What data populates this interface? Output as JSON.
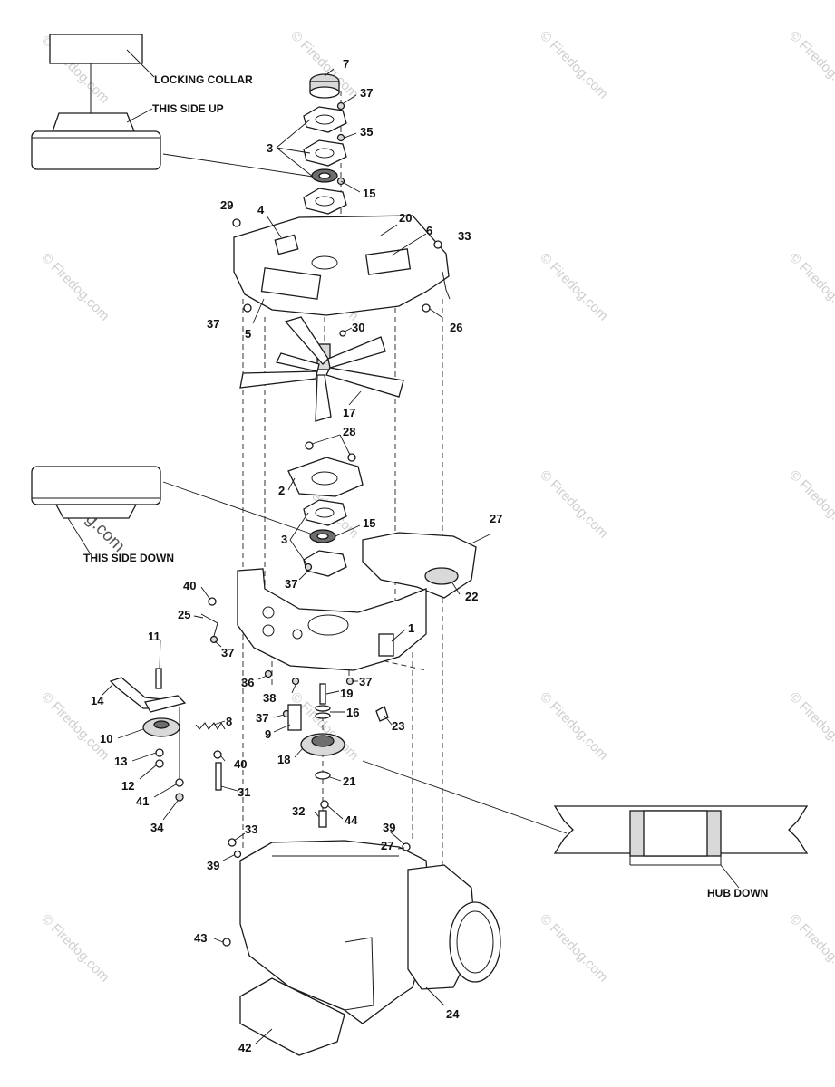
{
  "watermark": "© Firedog.com",
  "watermark_large": "© Firedog.com",
  "callouts": {
    "locking_collar": "LOCKING COLLAR",
    "this_side_up": "THIS SIDE UP",
    "this_side_down": "THIS SIDE DOWN",
    "hub_down": "HUB DOWN"
  },
  "part_numbers": {
    "p1": "1",
    "p2": "2",
    "p3a": "3",
    "p3b": "3",
    "p4": "4",
    "p5": "5",
    "p6": "6",
    "p7": "7",
    "p8": "8",
    "p9": "9",
    "p10": "10",
    "p11": "11",
    "p12": "12",
    "p13": "13",
    "p14": "14",
    "p15a": "15",
    "p15b": "15",
    "p16": "16",
    "p17": "17",
    "p18": "18",
    "p19": "19",
    "p20": "20",
    "p21": "21",
    "p22": "22",
    "p23": "23",
    "p24": "24",
    "p25": "25",
    "p26": "26",
    "p27a": "27",
    "p27b": "27",
    "p28": "28",
    "p29": "29",
    "p30": "30",
    "p31": "31",
    "p32": "32",
    "p33a": "33",
    "p33b": "33",
    "p34": "34",
    "p35": "35",
    "p36": "36",
    "p37a": "37",
    "p37b": "37",
    "p37c": "37",
    "p37d": "37",
    "p37e": "37",
    "p37f": "37",
    "p38": "38",
    "p39a": "39",
    "p39b": "39",
    "p40a": "40",
    "p40b": "40",
    "p41": "41",
    "p42": "42",
    "p43": "43",
    "p44": "44"
  }
}
